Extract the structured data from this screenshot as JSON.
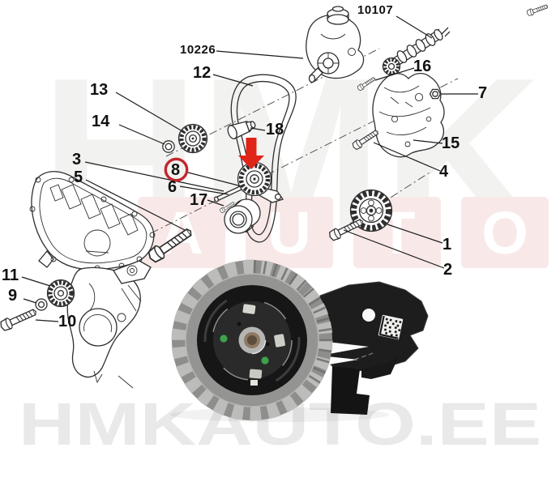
{
  "watermark": {
    "line1": "HMK",
    "auto_letters": [
      "A",
      "U",
      "T",
      "O"
    ],
    "footer": "HMKAUTO.EE",
    "gray": "#f2f2f0",
    "tile_color": "#f8e9e8",
    "tile_letter_color": "#ffffff",
    "footer_color": "#e9e9e9"
  },
  "diagram": {
    "callouts": {
      "c10107": "10107",
      "c10226": "10226",
      "c1": "1",
      "c2": "2",
      "c3": "3",
      "c4": "4",
      "c5": "5",
      "c6": "6",
      "c7": "7",
      "c8": "8",
      "c9": "9",
      "c10": "10",
      "c11": "11",
      "c12": "12",
      "c13": "13",
      "c14": "14",
      "c15": "15",
      "c16": "16",
      "c17": "17",
      "c18": "18"
    },
    "highlight": {
      "circled_number": "8",
      "circle_color": "#c1272d",
      "arrow_color": "#e02418"
    }
  },
  "photo": {
    "green_dot_color": "#3da24c"
  }
}
